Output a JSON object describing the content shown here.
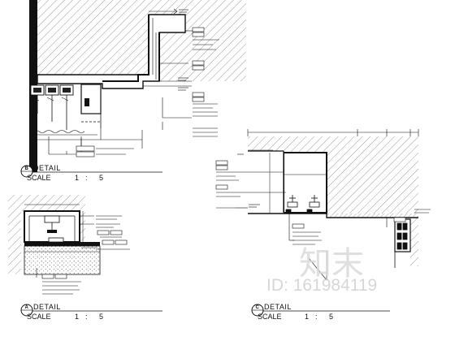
{
  "details": {
    "b": {
      "letter": "B",
      "title": "DETAIL",
      "scale_label": "SCALE",
      "scale_num": "1",
      "scale_sep": ":",
      "scale_den": "5"
    },
    "a": {
      "letter": "A",
      "title": "DETAIL",
      "scale_label": "SCALE",
      "scale_num": "1",
      "scale_sep": ":",
      "scale_den": "5"
    },
    "c": {
      "letter": "C",
      "title": "DETAIL",
      "scale_label": "SCALE",
      "scale_num": "1",
      "scale_sep": ":",
      "scale_den": "5"
    }
  },
  "watermark": {
    "id_text": "ID: 161984119",
    "logo_text": "知末"
  },
  "colors": {
    "line": "#111111",
    "hatch": "#555555",
    "watermark": "#d0d0d0"
  }
}
